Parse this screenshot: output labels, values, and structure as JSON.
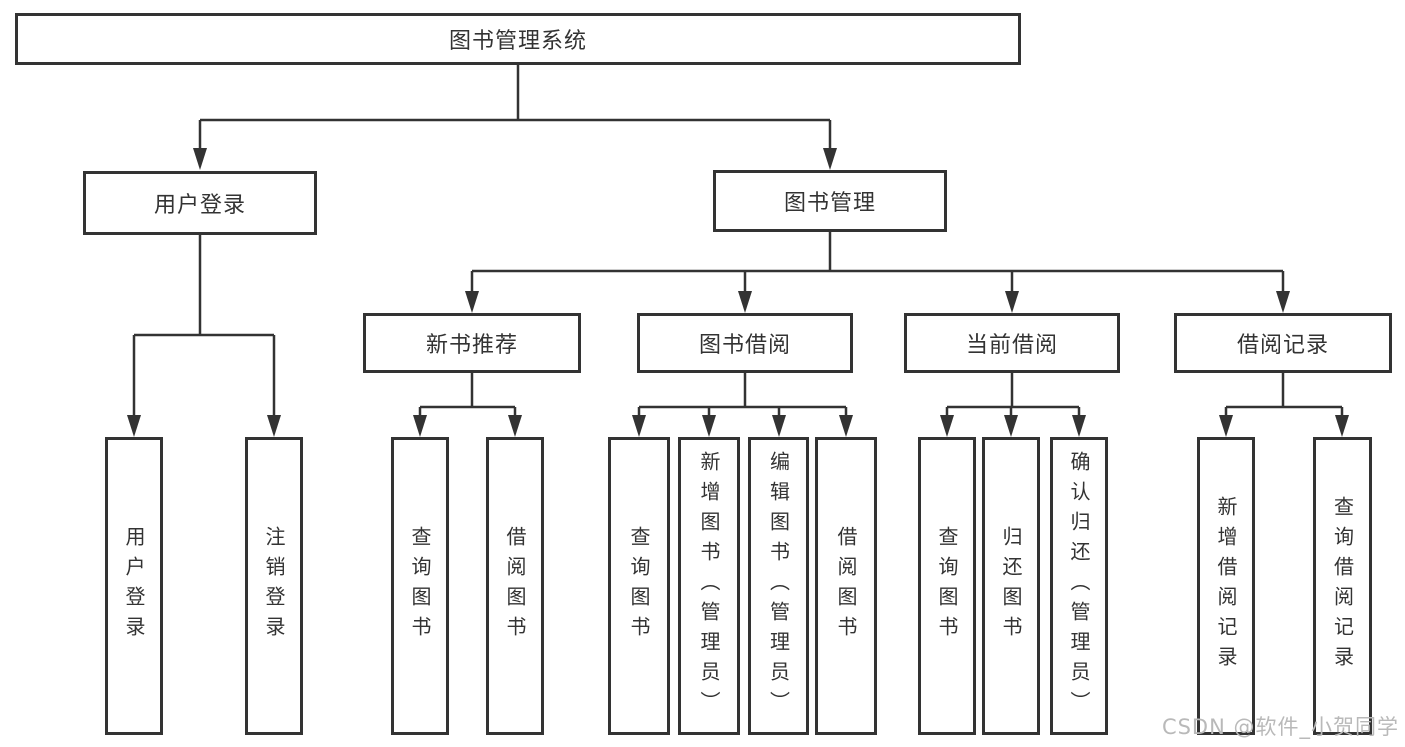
{
  "tree": {
    "root": "图书管理系统",
    "user_login": {
      "label": "用户登录",
      "children": {
        "login": "用户登录",
        "logout": "注销登录"
      }
    },
    "book_management": {
      "label": "图书管理",
      "children": {
        "new_book_recommend": {
          "label": "新书推荐",
          "children": {
            "query_books": "查询图书",
            "borrow_books": "借阅图书"
          }
        },
        "book_borrowing": {
          "label": "图书借阅",
          "children": {
            "query_books": "查询图书",
            "add_books_admin": "新增图书（管理员）",
            "edit_books_admin": "编辑图书（管理员）",
            "borrow_books": "借阅图书"
          }
        },
        "current_borrowing": {
          "label": "当前借阅",
          "children": {
            "query_books": "查询图书",
            "return_books": "归还图书",
            "confirm_return_admin": "确认归还（管理员）"
          }
        },
        "borrowing_records": {
          "label": "借阅记录",
          "children": {
            "add_borrow_record": "新增借阅记录",
            "query_borrow_record": "查询借阅记录"
          }
        }
      }
    }
  },
  "watermark": "CSDN @软件_小贺同学",
  "colors": {
    "line": "#333333",
    "text": "#333333",
    "watermark": "#b9b9b9",
    "background": "#ffffff"
  }
}
